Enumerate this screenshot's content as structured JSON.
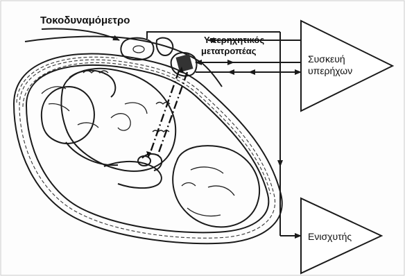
{
  "labels": {
    "tocodynamometer": "Τοκοδυναμόμετρο",
    "transducer_line1": "Υπερηχητικός",
    "transducer_line2": "μετατροπέας",
    "ultrasound_line1": "Συσκευή",
    "ultrasound_line2": "υπερήχων",
    "amplifier": "Ενισχυτής"
  }
}
